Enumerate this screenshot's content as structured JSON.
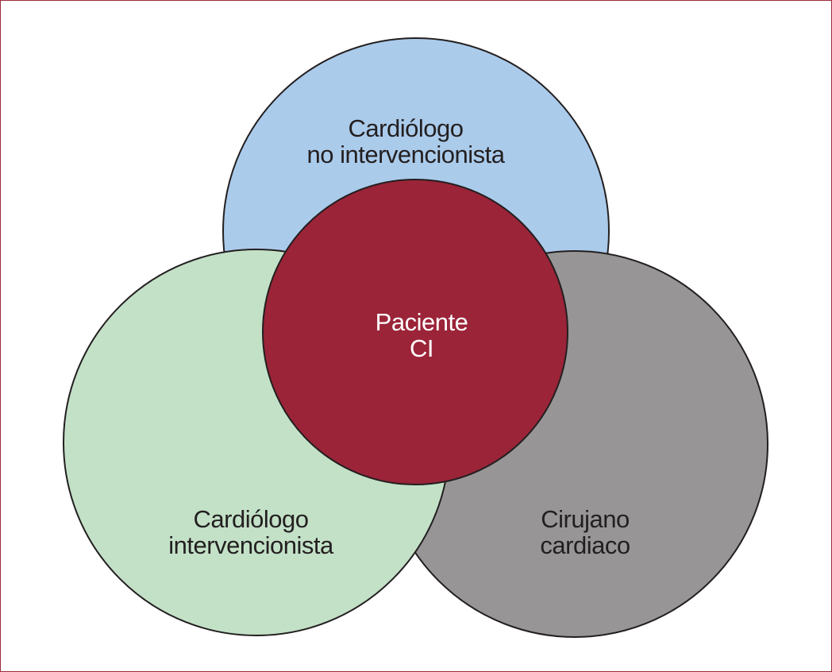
{
  "diagram": {
    "colors": {
      "frame_border": "#9e2a3a",
      "outline": "#231f20",
      "blue_circle": "#abcbeb",
      "green_circle": "#c3e1c7",
      "gray_circle": "#979596",
      "center_circle": "#9b2438",
      "dark_text": "#231f20",
      "center_text": "#ffffff"
    },
    "circles": {
      "top": {
        "line1": "Cardiólogo",
        "line2": "no intervencionista"
      },
      "left": {
        "line1": "Cardiólogo",
        "line2": "intervencionista"
      },
      "right": {
        "line1": "Cirujano",
        "line2": "cardiaco"
      },
      "center": {
        "line1": "Paciente",
        "line2": "CI"
      }
    }
  }
}
